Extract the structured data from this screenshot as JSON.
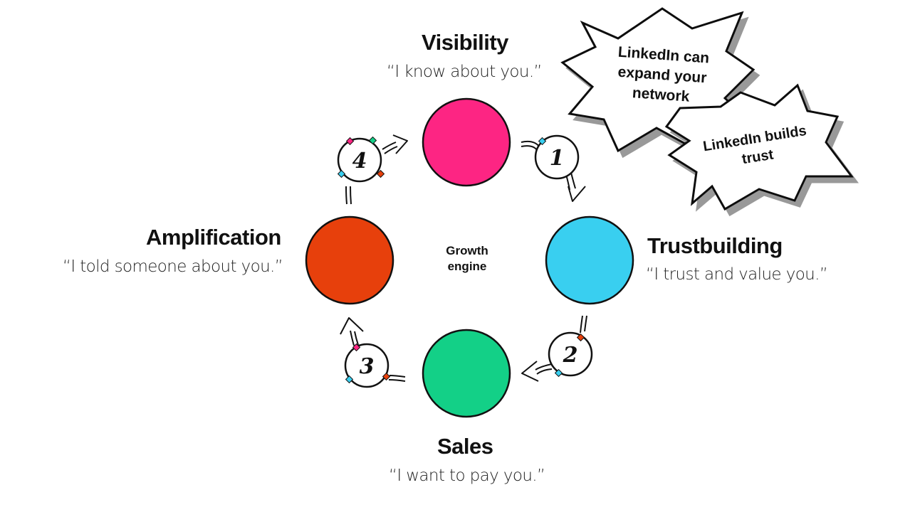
{
  "center": {
    "line1": "Growth",
    "line2": "engine"
  },
  "stages": [
    {
      "title": "Visibility",
      "quote": "“I know about you.”",
      "color": "#fd2583"
    },
    {
      "title": "Trustbuilding",
      "quote": "“I trust and value you.”",
      "color": "#39cff0"
    },
    {
      "title": "Sales",
      "quote": "“I want to pay you.”",
      "color": "#13d087"
    },
    {
      "title": "Amplification",
      "quote": "“I told someone about you.”",
      "color": "#e7400c"
    }
  ],
  "steps": [
    "1",
    "2",
    "3",
    "4"
  ],
  "callouts": [
    {
      "line1": "LinkedIn can",
      "line2": "expand your",
      "line3": "network"
    },
    {
      "line1": "LinkedIn builds",
      "line2": "trust"
    }
  ]
}
